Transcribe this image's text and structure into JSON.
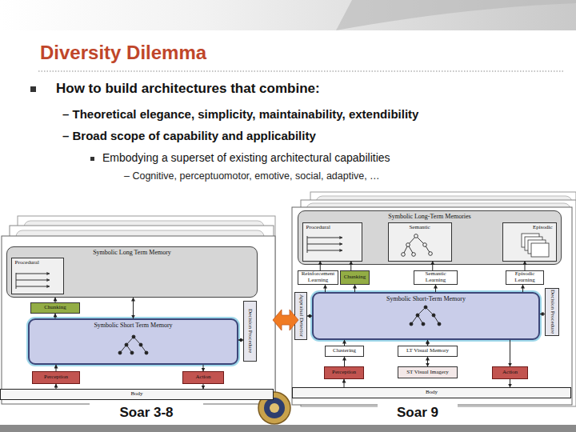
{
  "diagram": {
    "title": "Diversity Dilemma",
    "nodes": [
      {
        "text": [
          "Symbolic Long Term Memory"
        ]
      },
      {
        "text": [
          "Procedural"
        ],
        "in": 0
      },
      {
        "text": [
          "Chunking"
        ]
      },
      {
        "text": [
          "Symbolic Short Term Memory"
        ]
      },
      {
        "text": [
          "Decision Procedure"
        ]
      },
      {
        "text": [
          "Perception"
        ]
      },
      {
        "text": [
          "Action"
        ]
      },
      {
        "text": [
          "Body"
        ]
      },
      {
        "text": [
          "Symbolic Long-Term Memories"
        ]
      },
      {
        "text": [
          "Procedural"
        ],
        "in": 8
      },
      {
        "text": [
          "Semantic"
        ],
        "in": 8
      },
      {
        "text": [
          "Episodic"
        ],
        "in": 8
      },
      {
        "text": [
          "Reinforcement Learning"
        ]
      },
      {
        "text": [
          "Chunking"
        ]
      },
      {
        "text": [
          "Semantic Learning"
        ]
      },
      {
        "text": [
          "Episodic Learning"
        ]
      },
      {
        "text": [
          "Appraisal Detector"
        ]
      },
      {
        "text": [
          "Symbolic Short-Term Memory"
        ]
      },
      {
        "text": [
          "Decision Procedure"
        ]
      },
      {
        "text": [
          "Clustering"
        ]
      },
      {
        "text": [
          "LT Visual Memory"
        ]
      },
      {
        "text": [
          "ST Visual Imagery"
        ]
      },
      {
        "text": [
          "Perception"
        ]
      },
      {
        "text": [
          "Action"
        ]
      },
      {
        "text": [
          "Body"
        ]
      }
    ],
    "edges": [
      {
        "from": 3,
        "to": 2,
        "arrow": "to"
      },
      {
        "from": 2,
        "to": 0,
        "arrow": "to"
      },
      {
        "from": 0,
        "to": 3,
        "arrow": "both"
      },
      {
        "from": 3,
        "to": 4,
        "arrow": "both"
      },
      {
        "from": 5,
        "to": 3,
        "arrow": "to"
      },
      {
        "from": 3,
        "to": 6,
        "arrow": "to"
      },
      {
        "from": 7,
        "to": 5,
        "arrow": "to"
      },
      {
        "from": 6,
        "to": 7,
        "arrow": "to"
      },
      {
        "from": 17,
        "to": 12,
        "arrow": "to"
      },
      {
        "from": 12,
        "to": 9,
        "arrow": "to"
      },
      {
        "from": 17,
        "to": 13,
        "arrow": "to"
      },
      {
        "from": 13,
        "to": 9,
        "arrow": "to"
      },
      {
        "from": 17,
        "to": 14,
        "arrow": "to"
      },
      {
        "from": 14,
        "to": 10,
        "arrow": "to"
      },
      {
        "from": 17,
        "to": 15,
        "arrow": "to"
      },
      {
        "from": 15,
        "to": 11,
        "arrow": "to"
      },
      {
        "from": 16,
        "to": 17,
        "arrow": "both"
      },
      {
        "from": 17,
        "to": 18,
        "arrow": "both"
      },
      {
        "from": 22,
        "to": 19,
        "arrow": "to"
      },
      {
        "from": 19,
        "to": 17,
        "arrow": "to"
      },
      {
        "from": 21,
        "to": 20,
        "arrow": "both"
      },
      {
        "from": 20,
        "to": 17,
        "arrow": "both"
      },
      {
        "from": 17,
        "to": 23,
        "arrow": "to"
      },
      {
        "from": 24,
        "to": 22,
        "arrow": "to"
      },
      {
        "from": 23,
        "to": 24,
        "arrow": "to"
      }
    ],
    "labels": [
      "How to build architectures that combine:",
      "– Theoretical elegance, simplicity, maintainability, extendibility",
      "– Broad scope of capability and applicability",
      "Embodying a superset of existing architectural capabilities",
      "– Cognitive, perceptuomotor, emotive, social, adaptive, …",
      "Soar 3-8",
      "Soar 9"
    ]
  }
}
